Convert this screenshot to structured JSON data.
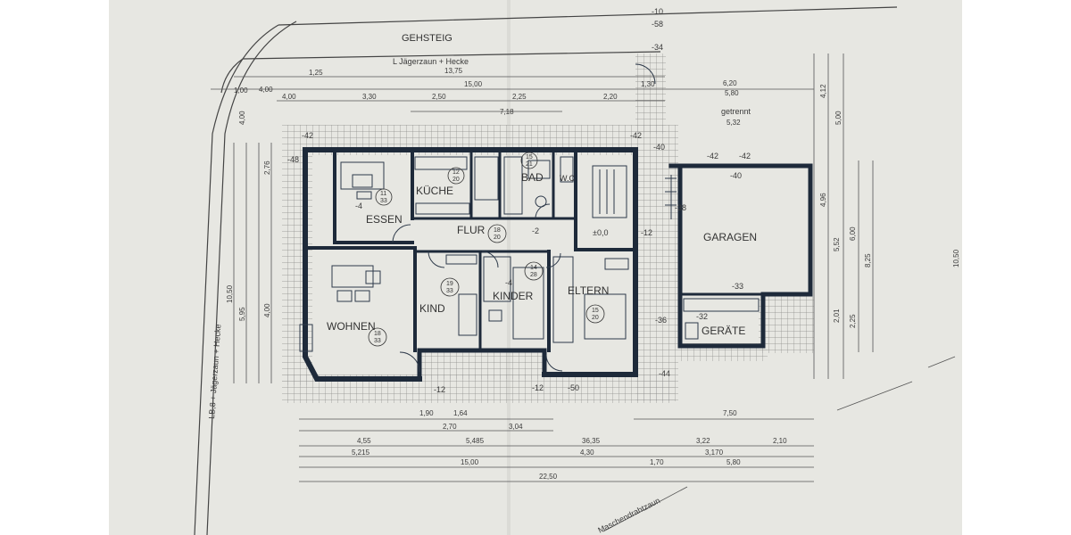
{
  "street": {
    "label": "GEHSTEIG",
    "hedge_note": "L Jägerzaun + Hecke",
    "side_label": "LB,8 + Jägerzaun + Hecke",
    "fence_label": "Maschendrahtzaun"
  },
  "rooms": {
    "essen": {
      "label": "ESSEN",
      "bubble_top": "11",
      "bubble_bottom": "33"
    },
    "kueche": {
      "label": "KÜCHE",
      "bubble_top": "12",
      "bubble_bottom": "20"
    },
    "bad": {
      "label": "BAD",
      "bubble_top": "15",
      "bubble_bottom": "21"
    },
    "wc": {
      "label": "W.C"
    },
    "flur": {
      "label": "FLUR",
      "bubble_top": "18",
      "bubble_bottom": "20"
    },
    "wohnen": {
      "label": "WOHNEN",
      "bubble_top": "18",
      "bubble_bottom": "33"
    },
    "kind": {
      "label": "KIND",
      "bubble_top": "19",
      "bubble_bottom": "33"
    },
    "kinder": {
      "label": "KINDER",
      "bubble_top": "14",
      "bubble_bottom": "28"
    },
    "eltern": {
      "label": "ELTERN",
      "bubble_top": "15",
      "bubble_bottom": "20"
    },
    "garagen": {
      "label": "GARAGEN"
    },
    "geraete": {
      "label": "GERÄTE"
    }
  },
  "levels": {
    "essen": "-4",
    "flur": "-2",
    "stair": "±0,0",
    "kinder": "-4",
    "garage": "-40",
    "geraete": "-32",
    "garage_front": "-33",
    "outside_a": "-42",
    "outside_b": "-42",
    "outside_c": "-48",
    "outside_d": "-40",
    "outside_e": "-36",
    "outside_f": "-44",
    "outside_g": "-50",
    "outside_h": "-12",
    "outside_i": "-12",
    "outside_j": "-42",
    "outside_k": "-42",
    "top_a": "-10",
    "top_b": "-58",
    "top_c": "-34",
    "top_d": "-12",
    "gelaende": "-38"
  },
  "dims_top": {
    "d1": "1,25",
    "d2": "13,75",
    "d3": "15,00",
    "d4": "4,00",
    "d5": "3,30",
    "d6": "2,50",
    "d7": "2,25",
    "d8": "2,20",
    "d9": "1,30",
    "d10": "6,20",
    "d11": "5,80",
    "d12": "7,18",
    "d13": "5,32",
    "d14": "1,00",
    "d15": "4,00"
  },
  "annotations": {
    "getrennt": "getrennt"
  },
  "dims_bottom": {
    "b1": "1,90",
    "b2": "1,64",
    "b3": "2,70",
    "b4": "3,04",
    "b5": "7,50",
    "b6": "4,55",
    "b7": "5,485",
    "b8": "36,35",
    "b9": "3,22",
    "b10": "2,10",
    "b11": "5,215",
    "b12": "4,30",
    "b13": "1,70",
    "b14": "3,170",
    "b15": "5,80",
    "b16": "15,00",
    "b17": "22,50"
  },
  "dims_right": {
    "r1": "4,12",
    "r2": "5,00",
    "r3": "4,96",
    "r4": "5,52",
    "r5": "6,00",
    "r6": "8,25",
    "r7": "2,01",
    "r8": "2,25",
    "r9": "10,50"
  },
  "dims_left": {
    "l1": "4,00",
    "l2": "10,50",
    "l3": "5,95",
    "l4": "4,00",
    "l5": "2,76"
  }
}
